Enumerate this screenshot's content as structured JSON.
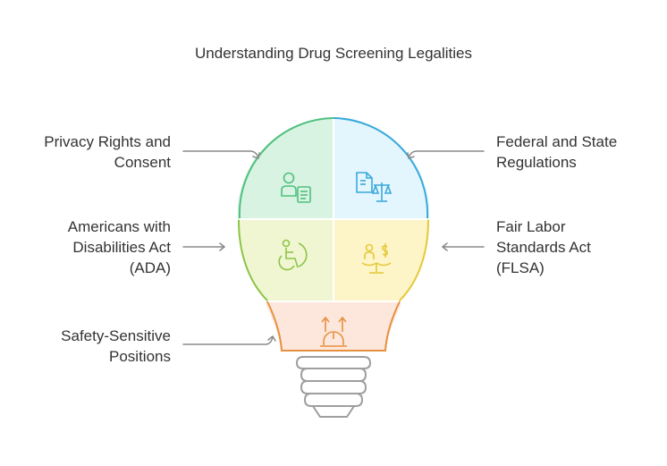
{
  "title": "Understanding Drug Screening Legalities",
  "labels": {
    "privacy": [
      "Privacy Rights and",
      "Consent"
    ],
    "federal": [
      "Federal and State",
      "Regulations"
    ],
    "ada": [
      "Americans with",
      "Disabilities Act",
      "(ADA)"
    ],
    "flsa": [
      "Fair Labor",
      "Standards Act",
      "(FLSA)"
    ],
    "safety": [
      "Safety-Sensitive",
      "Positions"
    ]
  },
  "colors": {
    "green_fill": "#d8f3e2",
    "green_stroke": "#4fc07f",
    "blue_fill": "#e4f6fd",
    "blue_stroke": "#39a9db",
    "lime_fill": "#f0f6d2",
    "lime_stroke": "#8dc447",
    "yellow_fill": "#fdf5c8",
    "yellow_stroke": "#e4c93a",
    "orange_fill": "#fde7dc",
    "orange_stroke": "#e6913f",
    "base": "#9e9e9e",
    "arrow": "#8a8a8a",
    "text": "#333333"
  },
  "icons": {
    "privacy": "person-document-icon",
    "federal": "document-scales-icon",
    "ada": "wheelchair-icon",
    "flsa": "person-money-scale-icon",
    "safety": "hardhat-arrows-icon"
  }
}
